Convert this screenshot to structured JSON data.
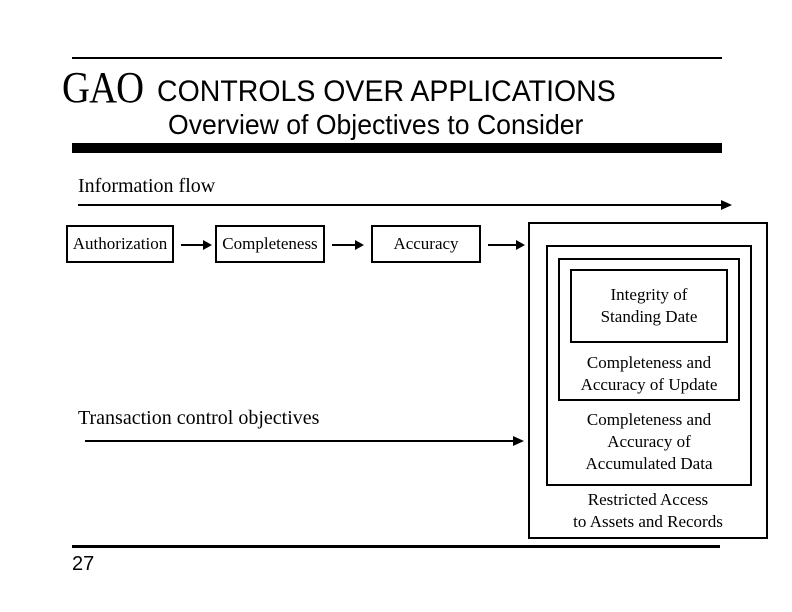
{
  "header": {
    "logo_text": "GAO",
    "title": "CONTROLS OVER APPLICATIONS",
    "subtitle": "Overview of Objectives to Consider"
  },
  "information_flow": {
    "label": "Information flow",
    "boxes": [
      {
        "label": "Authorization"
      },
      {
        "label": "Completeness"
      },
      {
        "label": "Accuracy"
      }
    ]
  },
  "transaction_flow": {
    "label": "Transaction control objectives"
  },
  "nested_objectives": {
    "integrity": {
      "line1": "Integrity of",
      "line2": "Standing Date"
    },
    "update": {
      "line1": "Completeness and",
      "line2": "Accuracy of Update"
    },
    "accumulated": {
      "line1": "Completeness and",
      "line2": "Accuracy of",
      "line3": "Accumulated Data"
    },
    "restricted": {
      "line1": "Restricted Access",
      "line2": "to Assets and Records"
    }
  },
  "footer": {
    "page_number": "27"
  },
  "colors": {
    "foreground": "#000000",
    "background": "#ffffff"
  }
}
